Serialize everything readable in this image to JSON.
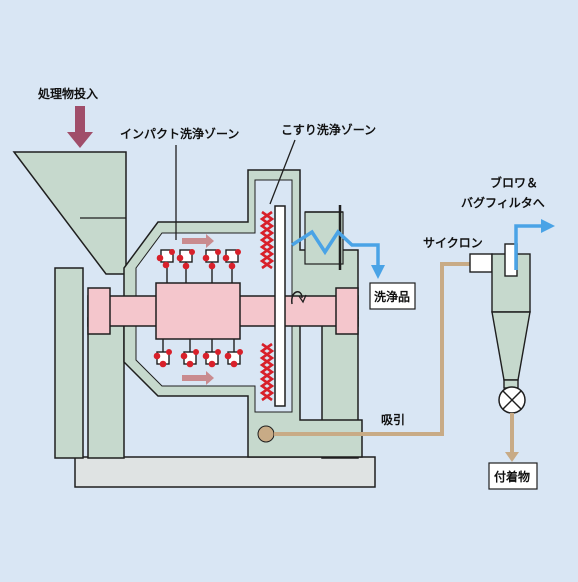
{
  "labels": {
    "input": "処理物投入",
    "impact_zone": "インパクト洗浄ゾーン",
    "scrub_zone": "こすり洗浄ゾーン",
    "blower_line1": "ブロワ＆",
    "blower_line2": "バグフィルタへ",
    "cyclone": "サイクロン",
    "suction": "吸引",
    "washed_product": "洗浄品",
    "deposits": "付着物"
  },
  "colors": {
    "background": "#d9e6f4",
    "machine_fill": "#c6d9cd",
    "outline": "#1f1f1f",
    "rotor_pink": "#f4c6cc",
    "hammer_red": "#d8202a",
    "flow_blue": "#4aa3e6",
    "suction_tan": "#c8ab86",
    "input_arrow": "#a04e6a"
  }
}
